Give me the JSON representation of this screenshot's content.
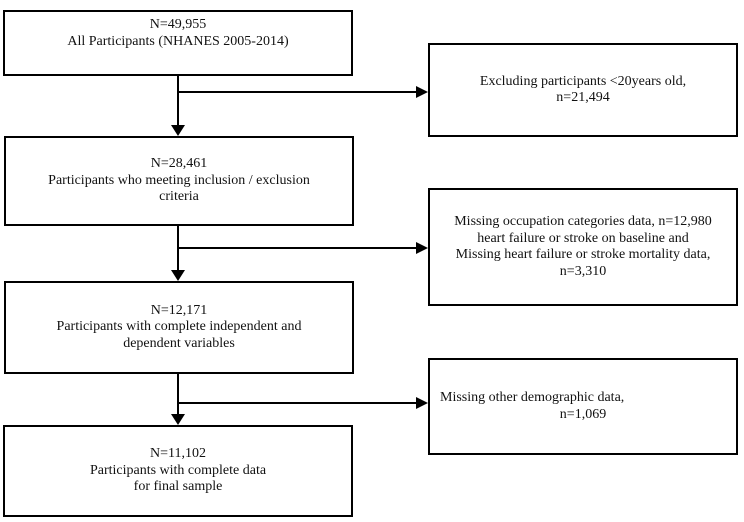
{
  "figure": {
    "type": "participant-flow-diagram",
    "background_color": "#ffffff",
    "box_border_color": "#000000",
    "text_color": "#111111"
  },
  "flowchart": {
    "main_boxes": [
      {
        "id": "box-1",
        "lines": [
          "N=49,955",
          "All Participants (NHANES 2005-2014)"
        ]
      },
      {
        "id": "box-2",
        "lines": [
          "N=28,461",
          "Participants who meeting inclusion / exclusion",
          "criteria"
        ]
      },
      {
        "id": "box-3",
        "lines": [
          "N=12,171",
          "Participants with complete independent and",
          "dependent variables"
        ]
      },
      {
        "id": "box-4",
        "lines": [
          "N=11,102",
          "Participants with complete data",
          "for final sample"
        ]
      }
    ],
    "side_boxes": [
      {
        "id": "exclusion-1",
        "lines": [
          "Excluding participants <20years old,",
          "n=21,494"
        ]
      },
      {
        "id": "exclusion-2",
        "lines": [
          "Missing occupation categories data, n=12,980",
          "heart failure or stroke on baseline and",
          "Missing heart failure or stroke mortality data,",
          "n=3,310"
        ]
      },
      {
        "id": "exclusion-3",
        "lines": [
          "Missing other demographic data,",
          "n=1,069"
        ]
      }
    ],
    "edges": [
      {
        "from": "box-1",
        "to": "box-2",
        "type": "arrow-down"
      },
      {
        "from": "box-1",
        "to": "exclusion-1",
        "type": "arrow-right-branch"
      },
      {
        "from": "box-2",
        "to": "box-3",
        "type": "arrow-down"
      },
      {
        "from": "box-2",
        "to": "exclusion-2",
        "type": "arrow-right-branch"
      },
      {
        "from": "box-3",
        "to": "box-4",
        "type": "arrow-down"
      },
      {
        "from": "box-3",
        "to": "exclusion-3",
        "type": "arrow-right-branch"
      }
    ],
    "icons": {
      "arrow_down": "arrow-down-icon",
      "arrow_right": "arrow-right-icon"
    }
  }
}
